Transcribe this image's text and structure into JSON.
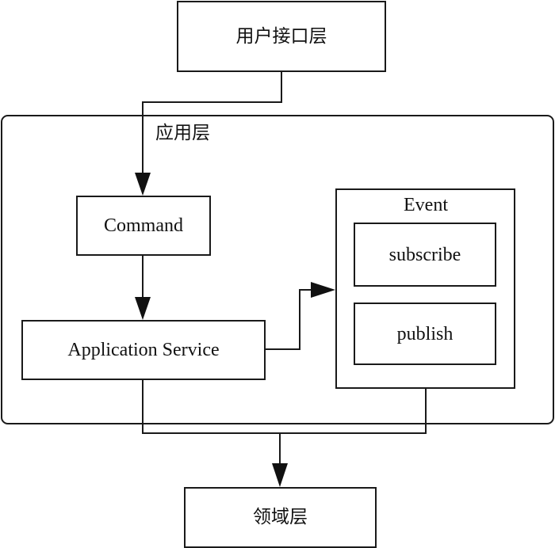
{
  "diagram": {
    "nodes": {
      "user_interface_layer": "用户接口层",
      "application_layer": "应用层",
      "command": "Command",
      "application_service": "Application Service",
      "event": "Event",
      "subscribe": "subscribe",
      "publish": "publish",
      "domain_layer": "领域层"
    },
    "edges": [
      {
        "from": "用户接口层",
        "to": "Command"
      },
      {
        "from": "Command",
        "to": "Application Service"
      },
      {
        "from": "Application Service",
        "to": "Event"
      },
      {
        "from": "Application Service",
        "to": "领域层"
      },
      {
        "from": "Event",
        "to": "领域层"
      }
    ],
    "colors": {
      "stroke": "#1a1a1a",
      "background": "#ffffff"
    }
  }
}
